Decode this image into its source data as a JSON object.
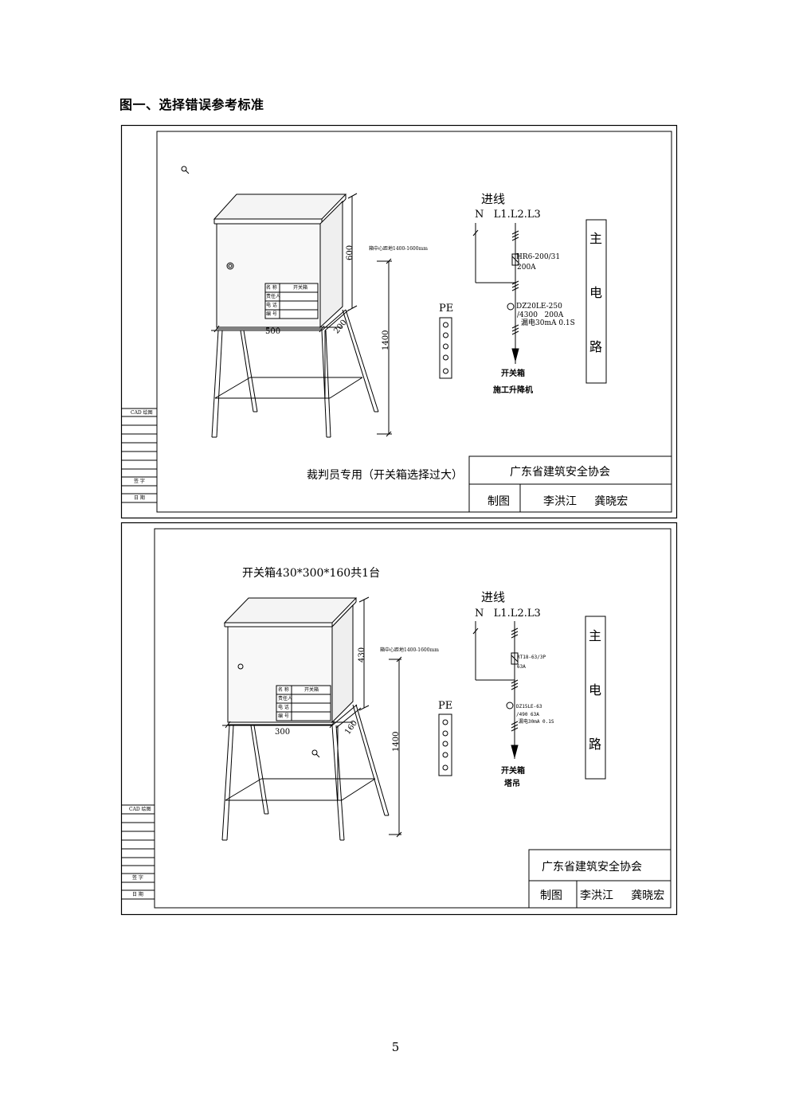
{
  "heading": "图一、选择错误参考标准",
  "page_number": "5",
  "sheets": [
    {
      "dims": {
        "height": "600",
        "width": "500",
        "depth": "200",
        "leg": "1400"
      },
      "center_note": "箱中心距地1400-1600mm",
      "nameplate": [
        "名 称",
        "开关箱",
        "责任人",
        "电 话",
        "编 号"
      ],
      "wiring": {
        "title": "进线",
        "phases": "N   L1.L2.L3",
        "fuse": [
          "HR6-200/31",
          "200A"
        ],
        "breaker": [
          "DZ20LE-250",
          "/4300   200A",
          "漏电30mA 0.1S"
        ],
        "target": [
          "开关箱",
          "施工升降机"
        ]
      },
      "pe": "PE",
      "main_circuit": "主电路",
      "side_labels": [
        "CAD 绘图",
        "签 字",
        "日 期"
      ],
      "note": "裁判员专用（开关箱选择过大）",
      "org": "广东省建筑安全协会",
      "drawn_by_label": "制图",
      "drawers": "李洪江     龚晓宏"
    },
    {
      "title": "开关箱430*300*160共1台",
      "dims": {
        "height": "430",
        "width": "300",
        "depth": "160",
        "leg": "1400"
      },
      "center_note": "箱中心距地1400-1600mm",
      "nameplate": [
        "名 称",
        "开关箱",
        "责任人",
        "电 话",
        "编 号"
      ],
      "wiring": {
        "title": "进线",
        "phases": "N   L1.L2.L3",
        "fuse": [
          "RT18-63/3P",
          "63A"
        ],
        "breaker": [
          "DZ15LE-63",
          "/490 63A",
          "漏电30mA 0.1S"
        ],
        "target": [
          "开关箱",
          "塔吊"
        ]
      },
      "pe": "PE",
      "main_circuit": "主电路",
      "side_labels": [
        "CAD 绘图",
        "签 字",
        "日 期"
      ],
      "org": "广东省建筑安全协会",
      "drawn_by_label": "制图",
      "drawers": "李洪江     龚晓宏"
    }
  ]
}
